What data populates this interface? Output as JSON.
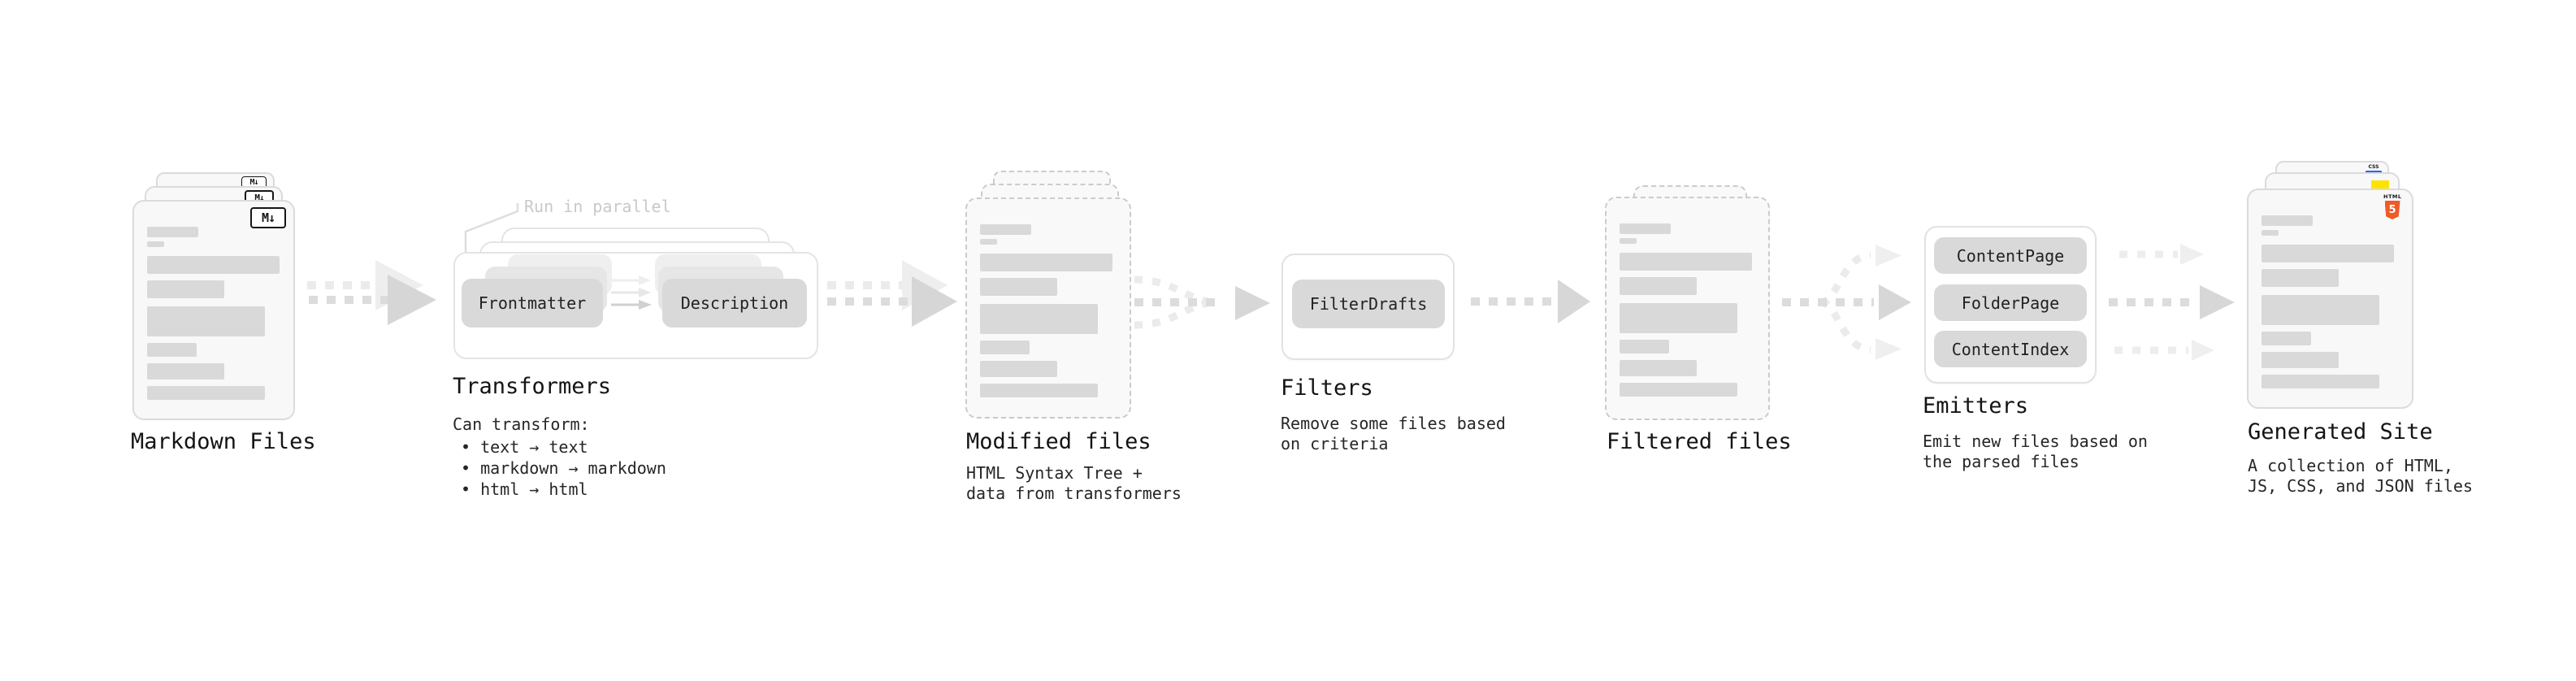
{
  "palette": {
    "html5_orange": "#ef5a29",
    "js_yellow": "#ffe300",
    "css_blue": "#2962ff",
    "arrow_gray": "#dcdcdc",
    "arrow_light_gray": "#ececec",
    "pill_gray": "#d9d9d9"
  },
  "stages": {
    "markdown_files": {
      "label": "Markdown Files",
      "file_icon_text": "M↓"
    },
    "transformers": {
      "callout": "Run in parallel",
      "pill_source": "Frontmatter",
      "pill_target": "Description",
      "title": "Transformers",
      "desc_heading": "Can transform:",
      "bullets": [
        "text → text",
        "markdown → markdown",
        "html → html"
      ]
    },
    "modified_files": {
      "title": "Modified files",
      "desc_line1": "HTML Syntax Tree +",
      "desc_line2": "data from transformers"
    },
    "filters": {
      "title": "Filters",
      "pill": "FilterDrafts",
      "desc_line1": "Remove some files based",
      "desc_line2": "on criteria"
    },
    "filtered_files": {
      "title": "Filtered files"
    },
    "emitters": {
      "title": "Emitters",
      "pills": [
        "ContentPage",
        "FolderPage",
        "ContentIndex"
      ],
      "desc_line1": "Emit new files based on",
      "desc_line2": "the parsed files"
    },
    "generated_site": {
      "title": "Generated Site",
      "desc_line1": "A collection of HTML,",
      "desc_line2": "JS, CSS, and JSON files",
      "css_badge": "CSS",
      "html_badge_top": "HTML",
      "html_badge_number": "5"
    }
  }
}
